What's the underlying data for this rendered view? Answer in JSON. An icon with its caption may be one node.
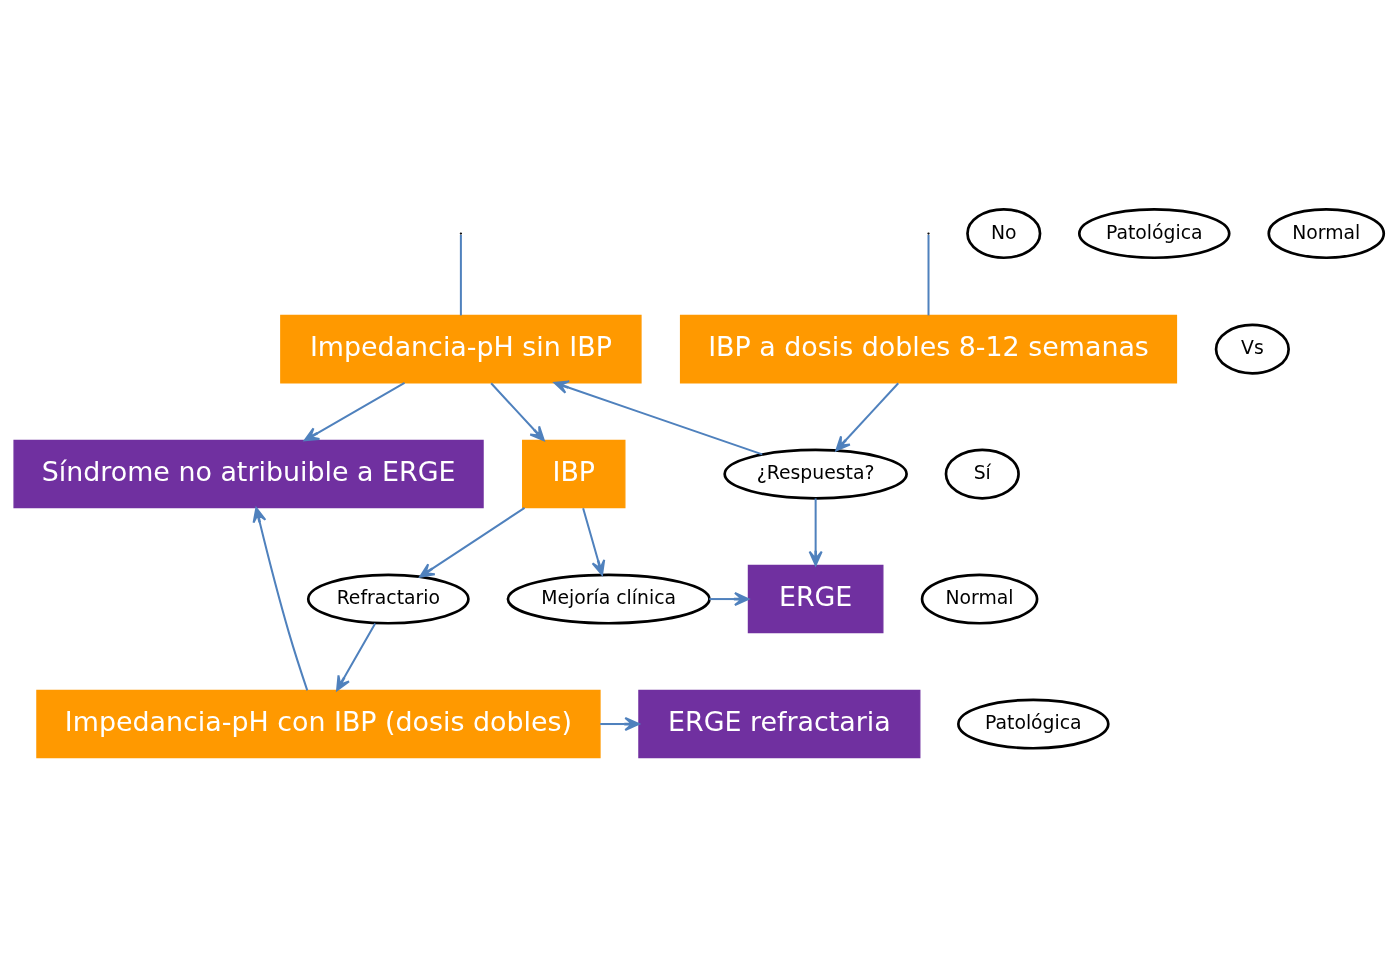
{
  "diagram": {
    "nodes": [
      {
        "text": [
          "IBP a dosis dobles 8-12 semanas"
        ]
      },
      {
        "text": [
          "Vs"
        ]
      },
      {
        "text": [
          "Impedancia-pH sin IBP"
        ]
      },
      {
        "text": [
          "No"
        ]
      },
      {
        "text": [
          "Patológica"
        ]
      },
      {
        "text": [
          "Normal"
        ]
      },
      {
        "text": [
          "¿Respuesta?"
        ]
      },
      {
        "text": [
          "IBP"
        ]
      },
      {
        "text": [
          "Síndrome no atribuible a ERGE"
        ]
      },
      {
        "text": [
          "Sí"
        ]
      },
      {
        "text": [
          "ERGE"
        ]
      },
      {
        "text": [
          "Mejoría clínica"
        ]
      },
      {
        "text": [
          "Refractario"
        ]
      },
      {
        "text": [
          "Normal"
        ]
      },
      {
        "text": [
          "ERGE refractaria"
        ]
      },
      {
        "text": [
          "Patológica"
        ]
      },
      {
        "text": [
          "Impedancia-pH con IBP (dosis dobles)"
        ]
      }
    ],
    "edges": [
      {
        "from": null,
        "to": 0,
        "arrow": "none"
      },
      {
        "from": null,
        "to": 2,
        "arrow": "none"
      },
      {
        "from": 0,
        "to": 6,
        "arrow": "to"
      },
      {
        "from": 6,
        "to": 2,
        "arrow": "to"
      },
      {
        "from": 6,
        "to": 10,
        "arrow": "to"
      },
      {
        "from": 2,
        "to": 7,
        "arrow": "to"
      },
      {
        "from": 2,
        "to": 8,
        "arrow": "to"
      },
      {
        "from": 7,
        "to": 11,
        "arrow": "to"
      },
      {
        "from": 7,
        "to": 12,
        "arrow": "to"
      },
      {
        "from": 11,
        "to": 10,
        "arrow": "to"
      },
      {
        "from": 12,
        "to": 16,
        "arrow": "to"
      },
      {
        "from": 16,
        "to": 14,
        "arrow": "to"
      },
      {
        "from": 16,
        "to": 8,
        "arrow": "to"
      }
    ]
  }
}
